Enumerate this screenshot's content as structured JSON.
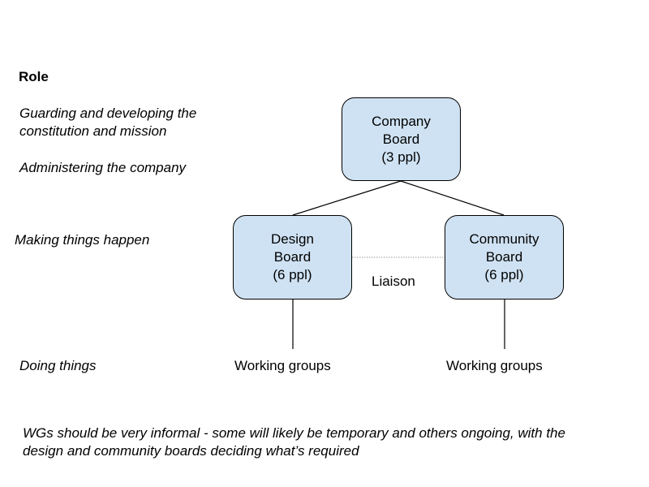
{
  "heading": "Role",
  "roles": [
    "Guarding and developing the constitution and mission",
    "Administering the company",
    "Making things happen",
    "Doing things"
  ],
  "nodes": {
    "company": "Company\nBoard\n(3 ppl)",
    "design": "Design\nBoard\n(6 ppl)",
    "community": "Community\nBoard\n(6 ppl)"
  },
  "liaison_label": "Liaison",
  "working_groups": [
    "Working groups",
    "Working groups"
  ],
  "note": "WGs should be very informal - some will likely be temporary and others ongoing, with the design and community boards deciding what’s required",
  "colors": {
    "node_fill": "#cfe2f3",
    "node_border": "#000000",
    "liaison_line": "#999999"
  }
}
